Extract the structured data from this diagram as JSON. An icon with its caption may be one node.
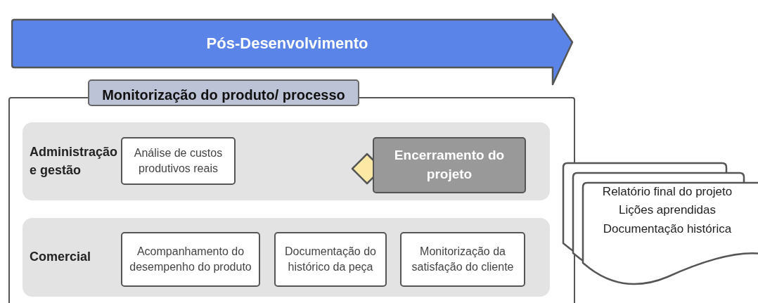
{
  "diagram": {
    "nodes": [
      {
        "text": [
          "Pós-Desenvolvimento"
        ]
      },
      {
        "text": [
          "Monitorização do produto/ processo"
        ]
      },
      {
        "text": [
          "Administração e gestão"
        ],
        "in": 1
      },
      {
        "text": [
          "Análise de custos produtivos reais"
        ],
        "in": 2
      },
      {
        "text": [],
        "shape": "diamond",
        "in": 2
      },
      {
        "text": [
          "Encerramento do projeto"
        ],
        "in": 2
      },
      {
        "text": [
          "Comercial"
        ],
        "in": 1
      },
      {
        "text": [
          "Acompanhamento do desempenho do produto"
        ],
        "in": 6
      },
      {
        "text": [
          "Documentação do histórico da peça"
        ],
        "in": 6
      },
      {
        "text": [
          "Monitorização da satisfação do cliente"
        ],
        "in": 6
      },
      {
        "text": [
          "Relatório final do projeto",
          "Lições aprendidas",
          "Documentação histórica"
        ]
      }
    ]
  }
}
